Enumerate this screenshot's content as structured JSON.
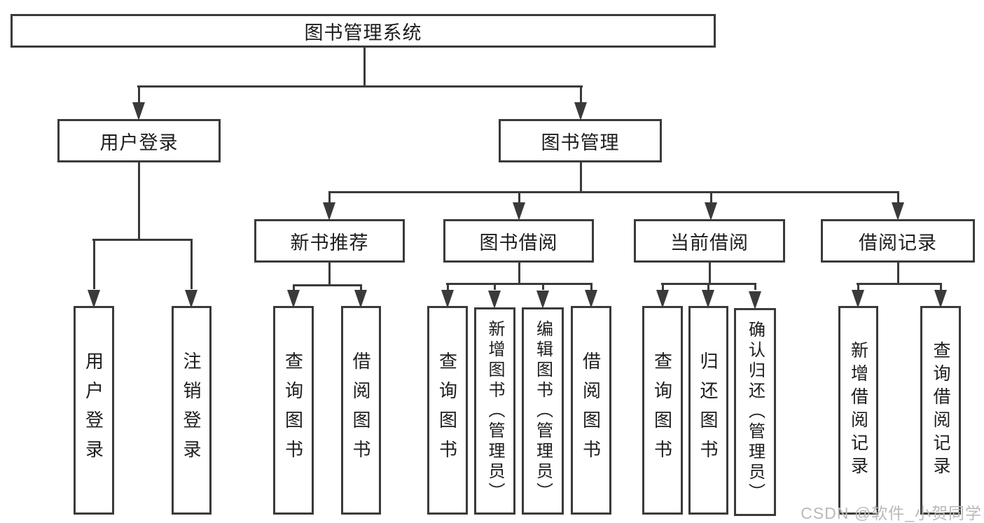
{
  "tree": {
    "root": {
      "label": "图书管理系统",
      "children": [
        {
          "label": "用户登录",
          "children": [
            {
              "label": "用户登录"
            },
            {
              "label": "注销登录"
            }
          ]
        },
        {
          "label": "图书管理",
          "children": [
            {
              "label": "新书推荐",
              "children": [
                {
                  "label": "查询图书"
                },
                {
                  "label": "借阅图书"
                }
              ]
            },
            {
              "label": "图书借阅",
              "children": [
                {
                  "label": "查询图书"
                },
                {
                  "label": "新增图书（管理员）"
                },
                {
                  "label": "编辑图书（管理员）"
                },
                {
                  "label": "借阅图书"
                }
              ]
            },
            {
              "label": "当前借阅",
              "children": [
                {
                  "label": "查询图书"
                },
                {
                  "label": "归还图书"
                },
                {
                  "label": "确认归还（管理员）"
                }
              ]
            },
            {
              "label": "借阅记录",
              "children": [
                {
                  "label": "新增借阅记录"
                },
                {
                  "label": "查询借阅记录"
                }
              ]
            }
          ]
        }
      ]
    }
  },
  "watermark": "CSDN @软件_小贺同学",
  "colors": {
    "line": "#3a3a3a",
    "text": "#1d1d1d",
    "background": "#ffffff",
    "watermark": "#b9b9b9"
  }
}
